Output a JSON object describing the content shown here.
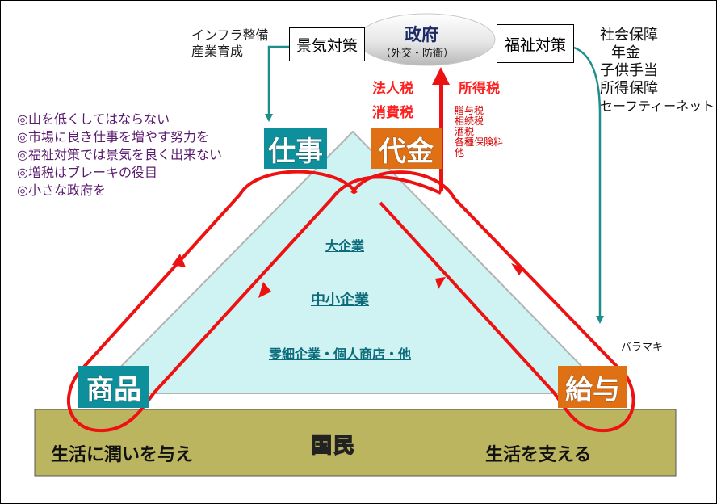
{
  "government": {
    "title": "政府",
    "subtitle": "（外交・防衛）"
  },
  "boxes": {
    "economy": "景気対策",
    "welfare": "福祉対策"
  },
  "left_top_text": [
    "インフラ整備",
    "産業育成"
  ],
  "right_top_text": [
    "社会保障",
    "年金",
    "子供手当",
    "所得保障",
    "セーフティーネット"
  ],
  "taxes_main": [
    "法人税",
    "所得税",
    "消費税"
  ],
  "taxes_other": [
    "贈与税",
    "相続税",
    "酒税",
    "各種保険料",
    "他"
  ],
  "notes": [
    "◎山を低くしてはならない",
    "◎市場に良き仕事を増やす努力を",
    "◎福祉対策では景気を良く出来ない",
    "◎増税はブレーキの役目",
    "◎小さな政府を"
  ],
  "labels": {
    "work": "仕事",
    "payment": "代金",
    "goods": "商品",
    "salary": "給与"
  },
  "companies": [
    "大企業",
    "中小企業",
    "零細企業・個人商店・他"
  ],
  "baramaki": "バラマキ",
  "base": {
    "title": "国民",
    "left": "生活に潤いを与え",
    "right": "生活を支える"
  },
  "colors": {
    "flow_red": "#ee1111",
    "teal": "#1d8f8a",
    "triangle_fill": "#cff3f3",
    "base_fill": "#bcb560"
  }
}
